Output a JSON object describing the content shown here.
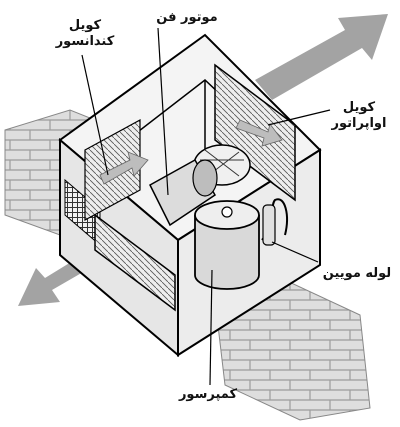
{
  "labels": {
    "condenser_line1": "کویل",
    "condenser_line2": "کندانسور",
    "fan_motor": "موتور فن",
    "evaporator_line1": "کویل",
    "evaporator_line2": "اواپراتور",
    "capillary_tube": "لوله مویین",
    "compressor": "کمپرسور"
  },
  "colors": {
    "arrow_gray": "#9a9a9a",
    "wall_gray": "#cfcfcf",
    "outline": "#000000"
  },
  "icons": {
    "component_leaders": "callout-lines"
  }
}
